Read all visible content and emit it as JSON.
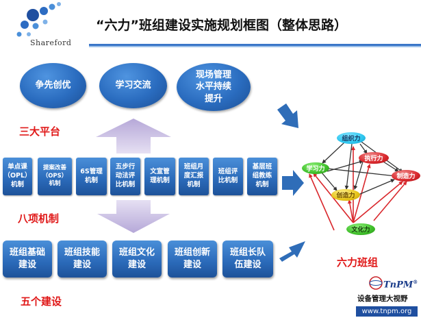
{
  "logo": {
    "text": "Shareford"
  },
  "title": "“六力”班组建设实施规划框图（整体思路）",
  "platforms": {
    "label": "三大平台",
    "items": [
      {
        "text": "争先创优"
      },
      {
        "text": "学习交流"
      },
      {
        "lines": [
          "现场管理",
          "水平持续",
          "提升"
        ]
      }
    ]
  },
  "mechanisms": {
    "label": "八项机制",
    "items": [
      [
        "单点课",
        "（OPL）",
        "机制"
      ],
      [
        "提案改善",
        "（OPS）",
        "机制"
      ],
      [
        "6S管理",
        "机制"
      ],
      [
        "五步行",
        "动法评",
        "比机制"
      ],
      [
        "文宣管",
        "理机制"
      ],
      [
        "班组月",
        "度汇报",
        "机制"
      ],
      [
        "班组评",
        "比机制"
      ],
      [
        "基层班",
        "组教练",
        "机制"
      ]
    ]
  },
  "buildings": {
    "label": "五个建设",
    "items": [
      [
        "班组基础",
        "建设"
      ],
      [
        "班组技能",
        "建设"
      ],
      [
        "班组文化",
        "建设"
      ],
      [
        "班组创新",
        "建设"
      ],
      [
        "班组长队",
        "伍建设"
      ]
    ]
  },
  "six_forces": {
    "label": "六力班组",
    "nodes": [
      "组织力",
      "执行力",
      "学习力",
      "制造力",
      "创造力",
      "文化力"
    ],
    "colors": {
      "cyan": "#2ec6ef",
      "red": "#d9272c",
      "green": "#3fbf2a",
      "yellow": "#e6c419"
    }
  },
  "tnpm": {
    "brand": "TnPM",
    "slogan": "设备管理大视野",
    "url": "www.tnpm.org"
  },
  "colors": {
    "accent_blue": "#2a69b8",
    "label_red": "#e01818",
    "arrow_purple": "#b3a6d6"
  }
}
